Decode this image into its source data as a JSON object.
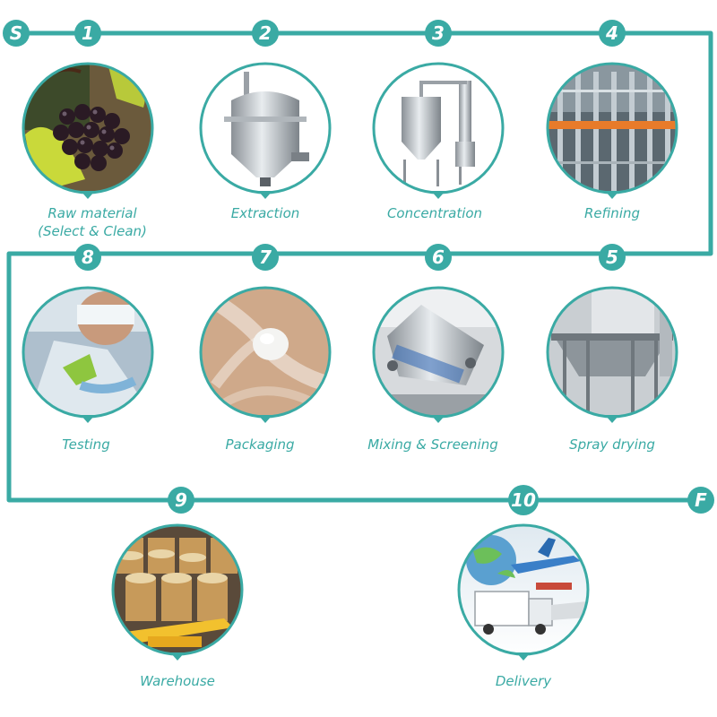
{
  "accent_color": "#3aaaa4",
  "start_marker": "S",
  "finish_marker": "F",
  "steps": [
    {
      "number": "1",
      "label": "Raw material",
      "sublabel": "(Select & Clean)",
      "icon": "black-berries-photo"
    },
    {
      "number": "2",
      "label": "Extraction",
      "icon": "extraction-tank-photo"
    },
    {
      "number": "3",
      "label": "Concentration",
      "icon": "concentrator-photo"
    },
    {
      "number": "4",
      "label": "Refining",
      "icon": "refining-columns-photo"
    },
    {
      "number": "5",
      "label": "Spray drying",
      "icon": "spray-dryer-photo"
    },
    {
      "number": "6",
      "label": "Mixing & Screening",
      "icon": "mixer-photo"
    },
    {
      "number": "7",
      "label": "Packaging",
      "icon": "powder-bag-photo"
    },
    {
      "number": "8",
      "label": "Testing",
      "icon": "lab-testing-photo"
    },
    {
      "number": "9",
      "label": "Warehouse",
      "icon": "drums-on-pallet-photo"
    },
    {
      "number": "10",
      "label": "Delivery",
      "icon": "truck-plane-ship-photo"
    }
  ]
}
